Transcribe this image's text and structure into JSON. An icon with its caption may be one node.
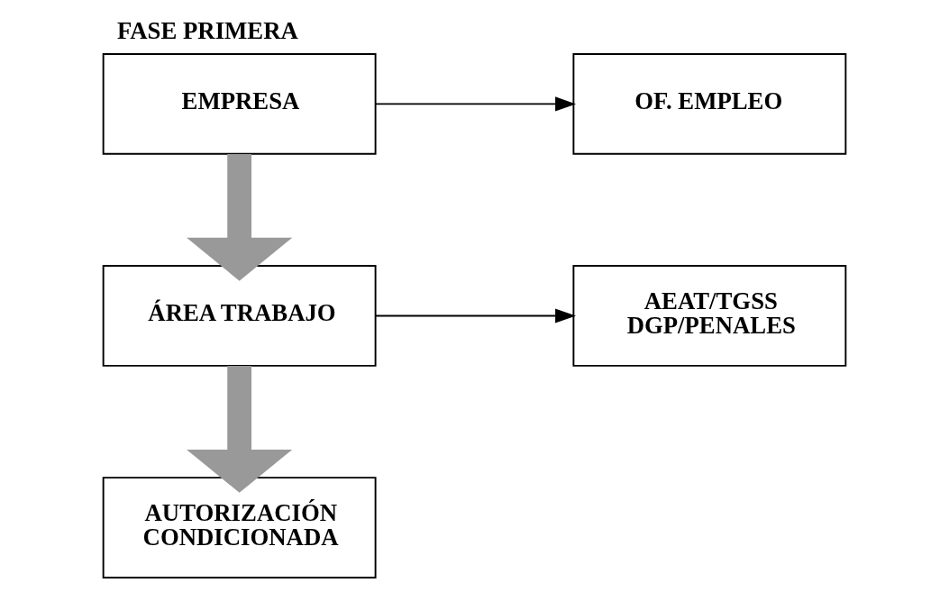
{
  "diagram": {
    "title": "FASE PRIMERA",
    "nodes": [
      {
        "text": [
          "EMPRESA"
        ]
      },
      {
        "text": [
          "OF. EMPLEO"
        ]
      },
      {
        "text": [
          "ÁREA TRABAJO"
        ]
      },
      {
        "text": [
          "AEAT/TGSS DGP/PENALES"
        ]
      },
      {
        "text": [
          "AUTORIZACIÓN CONDICIONADA"
        ]
      }
    ],
    "edges": [
      {
        "from": 0,
        "to": 1,
        "arrow": "to"
      },
      {
        "from": 0,
        "to": 2,
        "arrow": "to",
        "style": "thick",
        "color": "#999999"
      },
      {
        "from": 2,
        "to": 3,
        "arrow": "to"
      },
      {
        "from": 2,
        "to": 4,
        "arrow": "to",
        "style": "thick",
        "color": "#999999"
      }
    ]
  }
}
